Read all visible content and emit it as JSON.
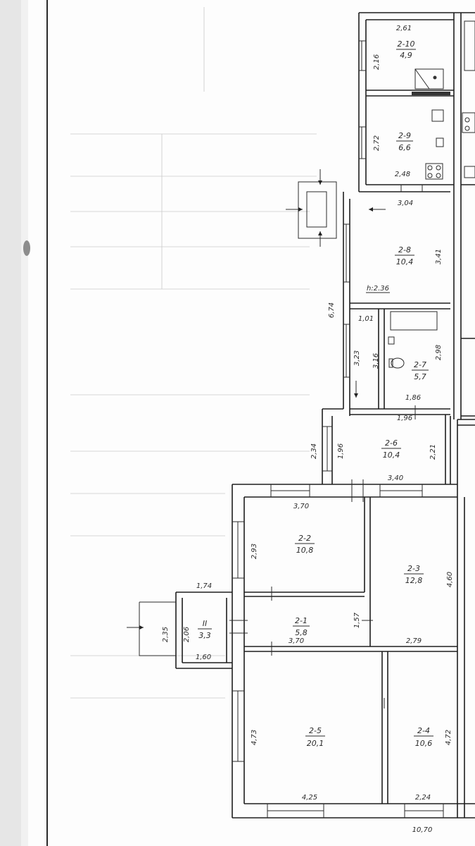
{
  "height_label": "h:2.36",
  "rooms": [
    {
      "id": "2-10",
      "area": "4,9"
    },
    {
      "id": "2-9",
      "area": "6,6"
    },
    {
      "id": "2-8",
      "area": "10,4"
    },
    {
      "id": "2-7",
      "area": "5,7"
    },
    {
      "id": "2-6",
      "area": "10,4"
    },
    {
      "id": "2-2",
      "area": "10,8"
    },
    {
      "id": "2-3",
      "area": "12,8"
    },
    {
      "id": "2-1",
      "area": "5,8"
    },
    {
      "id": "II",
      "area": "3,3"
    },
    {
      "id": "2-5",
      "area": "20,1"
    },
    {
      "id": "2-4",
      "area": "10,6"
    }
  ],
  "dimensions": [
    "2,61",
    "2,16",
    "2,72",
    "2,48",
    "3,04",
    "3,41",
    "6,74",
    "1,01",
    "3,23",
    "3,16",
    "2,98",
    "1,86",
    "1,96",
    "2,34",
    "1,96",
    "2,21",
    "3,40",
    "3,70",
    "2,93",
    "4,60",
    "1,74",
    "2,35",
    "2,06",
    "1,60",
    "1,57",
    "3,70",
    "2,79",
    "4,73",
    "4,72",
    "4,25",
    "2,24",
    "10,70"
  ]
}
